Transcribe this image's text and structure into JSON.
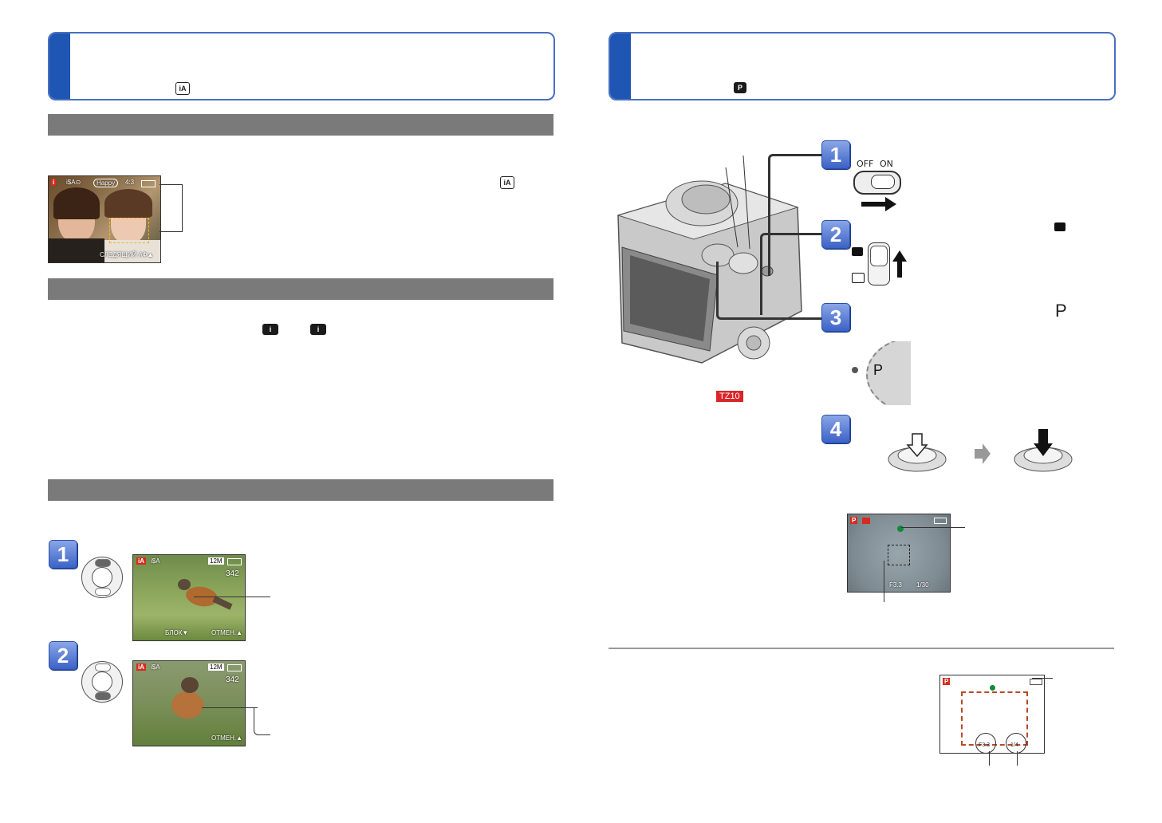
{
  "left_page": {
    "title_icon": "iA",
    "section1": {
      "photo_osd": {
        "mode_badge": "i",
        "flash_icons": "i$A⊙",
        "scene_tag": "Happy",
        "size_tag": "4:3",
        "af_label": "СЛЕДЯЩИЙ АФ▲"
      },
      "inline_icon": "iA"
    },
    "section2": {
      "icons": [
        "i",
        "i"
      ]
    },
    "steps": [
      {
        "number": "1",
        "osd": {
          "mode": "iA",
          "flash": "i$A",
          "size": "12M",
          "count": "342",
          "left_label": "БЛОК▼",
          "right_label": "ОТМЕН.▲"
        }
      },
      {
        "number": "2",
        "osd": {
          "mode": "iA",
          "flash": "i$A",
          "size": "12M",
          "count": "342",
          "right_label": "ОТМЕН.▲"
        }
      }
    ]
  },
  "right_page": {
    "title_icon": "P",
    "camera_model": "TZ10",
    "steps": [
      {
        "number": "1",
        "switch_off": "OFF",
        "switch_on": "ON"
      },
      {
        "number": "2"
      },
      {
        "number": "3",
        "mode_letter": "P",
        "dial_letter": "P"
      },
      {
        "number": "4"
      }
    ],
    "screen1": {
      "mode": "P",
      "aperture": "F3.3",
      "shutter": "1/30"
    },
    "screen2": {
      "mode": "P",
      "aperture": "F3.3",
      "shutter": "1/4"
    }
  },
  "colors": {
    "accent_blue": "#1f55b3",
    "bar_gray": "#7a7a7a",
    "badge_red": "#d9262c"
  }
}
